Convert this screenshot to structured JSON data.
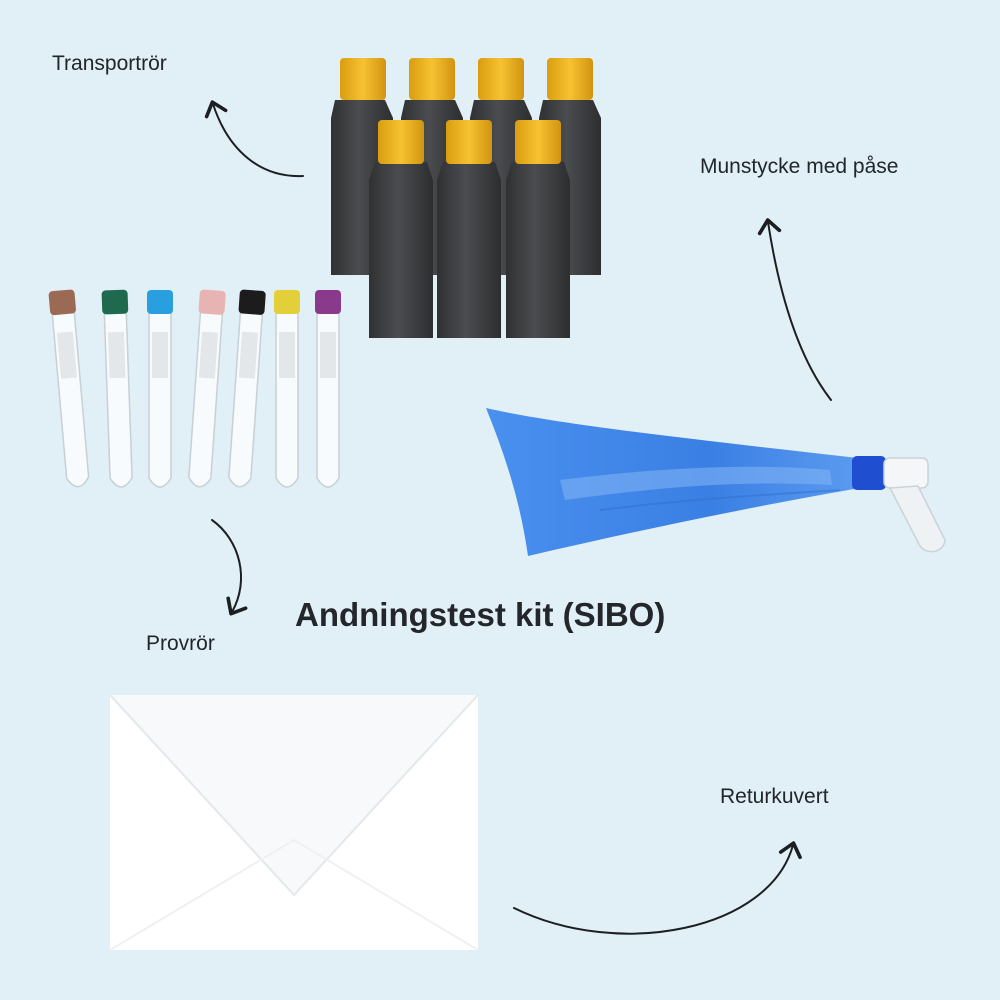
{
  "title": "Andningstest kit (SIBO)",
  "labels": {
    "transport": "Transportrör",
    "munstycke": "Munstycke med påse",
    "provror": "Provrör",
    "retur": "Returkuvert"
  },
  "colors": {
    "background": "#e1eff6",
    "bottle_body": "#3a3c3e",
    "bottle_cap": "#f2b418",
    "bag": "#3f86e8",
    "envelope": "#ffffff"
  },
  "tube_caps": [
    "#9b6a55",
    "#1f6a4e",
    "#2a9fe0",
    "#e8b3b3",
    "#1c1c1c",
    "#e3cf3a",
    "#8a3a8a"
  ]
}
